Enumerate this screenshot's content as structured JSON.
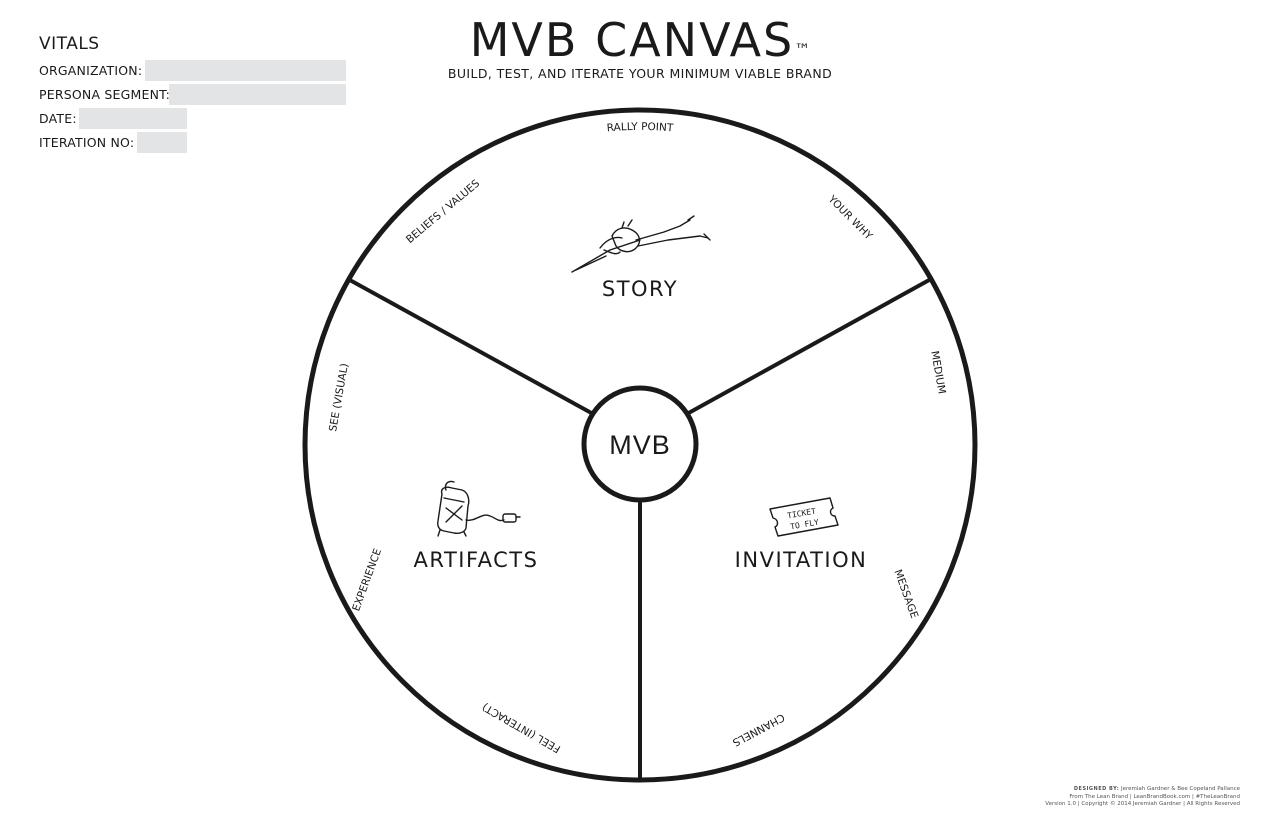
{
  "vitals": {
    "title": "VITALS",
    "fields": [
      {
        "label": "ORGANIZATION:",
        "value": ""
      },
      {
        "label": "PERSONA SEGMENT:",
        "value": ""
      },
      {
        "label": "DATE:",
        "value": ""
      },
      {
        "label": "ITERATION NO:",
        "value": ""
      }
    ]
  },
  "header": {
    "title": "MVB CANVAS",
    "trademark": "™",
    "subtitle": "BUILD, TEST, AND ITERATE YOUR MINIMUM VIABLE BRAND"
  },
  "canvas": {
    "center": "MVB",
    "sections": {
      "story": "STORY",
      "artifacts": "ARTIFACTS",
      "invitation": "INVITATION"
    },
    "edge_labels": {
      "rally_point": "RALLY POINT",
      "beliefs_values": "BELIEFS / VALUES",
      "your_why": "YOUR WHY",
      "see_visual": "SEE (VISUAL)",
      "experience": "EXPERIENCE",
      "feel_interact": "FEEL (INTERACT)",
      "medium": "MEDIUM",
      "message": "MESSAGE",
      "channels": "CHANNELS"
    },
    "ticket_text": [
      "TICKET",
      "TO FLY"
    ]
  },
  "footer": {
    "designed_by_label": "DESIGNED BY:",
    "designers": "Jeremiah Gardner & Bee Copeland Pallance",
    "from_line": "From The Lean Brand | LeanBrandBook.com | #TheLeanBrand",
    "version_line": "Version 1.0 | Copyright © 2014 Jeremiah Gardner | All Rights Reserved"
  }
}
